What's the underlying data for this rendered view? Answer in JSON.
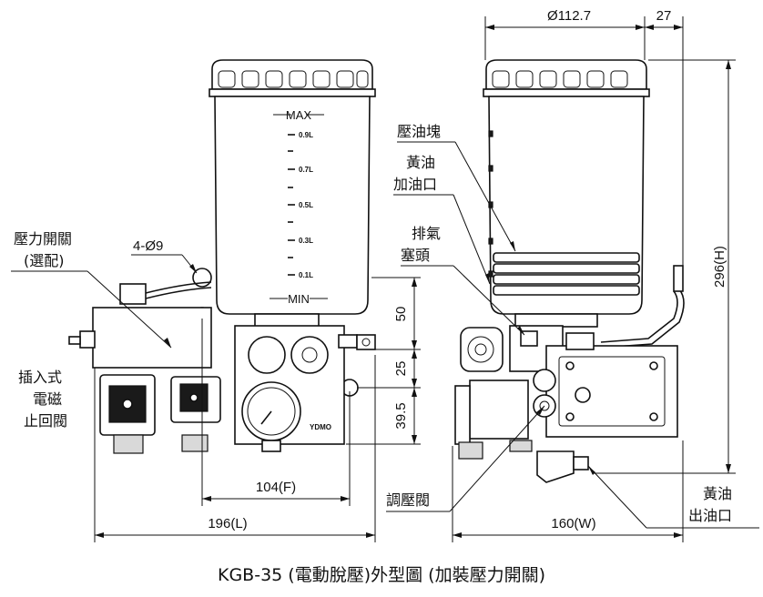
{
  "caption": "KGB-35 (電動脫壓)外型圖 (加裝壓力開關)",
  "dimensions": {
    "tank_diameter": "Ø112.7",
    "offset_27": "27",
    "height": "296(H)",
    "gap_50": "50",
    "gap_25": "25",
    "gap_39_5": "39.5",
    "mount_holes": "4-Ø9",
    "front_width": "104(F)",
    "length": "196(L)",
    "width": "160(W)"
  },
  "level_labels": {
    "max": "MAX",
    "min": "MIN",
    "l09": "0.9L",
    "l07": "0.7L",
    "l05": "0.5L",
    "l03": "0.3L",
    "l01": "0.1L"
  },
  "callouts": {
    "pressure_switch_line1": "壓力開關",
    "pressure_switch_line2": "(選配)",
    "solenoid_line1": "插入式",
    "solenoid_line2": "電磁",
    "solenoid_line3": "止回閥",
    "pressure_block": "壓油塊",
    "grease_fill_line1": "黃油",
    "grease_fill_line2": "加油口",
    "vent_plug_line1": "排氣",
    "vent_plug_line2": "塞頭",
    "regulator": "調壓閥",
    "grease_outlet_line1": "黃油",
    "grease_outlet_line2": "出油口"
  },
  "gauge_label": "YDMO"
}
